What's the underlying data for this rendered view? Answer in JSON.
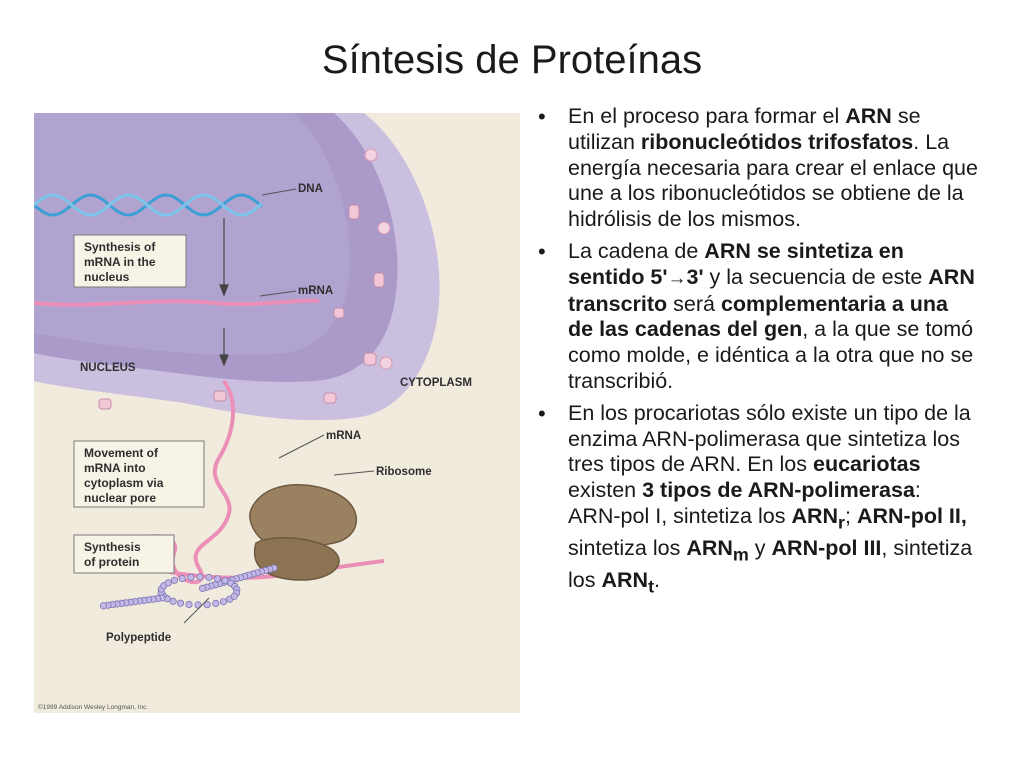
{
  "title": "Síntesis de Proteínas",
  "figure": {
    "labels": {
      "dna": "DNA",
      "mrna_top": "mRNA",
      "nucleus": "NUCLEUS",
      "cytoplasm": "CYTOPLASM",
      "mrna_bottom": "mRNA",
      "ribosome": "Ribosome",
      "polypeptide": "Polypeptide"
    },
    "boxes": {
      "synthesis_mrna": [
        "Synthesis of",
        "mRNA in the",
        "nucleus"
      ],
      "movement": [
        "Movement of",
        "mRNA into",
        "cytoplasm via",
        "nuclear pore"
      ],
      "synthesis_protein": [
        "Synthesis",
        "of protein"
      ]
    },
    "copyright": "©1999 Addison Wesley Longman, Inc."
  },
  "bullets": {
    "b1": {
      "t1": "En el proceso para formar el ",
      "t2": "ARN",
      "t3": " se utilizan ",
      "t4": "ribonucleótidos trifosfatos",
      "t5": ". La energía necesaria para crear el enlace que une a los ribonucleótidos se obtiene de la hidrólisis de los mismos."
    },
    "b2": {
      "t1": "La cadena de ",
      "t2": "ARN se sintetiza en sentido 5'",
      "arrow": "→",
      "t3": "3'",
      "t4": " y  la secuencia de este ",
      "t5": "ARN transcrito",
      "t6": " será ",
      "t7": "complementaria a una de las cadenas del gen",
      "t8": ", a la que se tomó como molde, e idéntica a la otra que no se transcribió."
    },
    "b3": {
      "t1": "En los procariotas sólo existe un tipo de la enzima ARN-polimerasa que sintetiza los tres tipos de ARN. En los ",
      "t2": "eucariotas",
      "t3": " existen ",
      "t4": "3 tipos de ARN-polimerasa",
      "t5": ": ARN-pol I, sintetiza  los ",
      "t6": "ARN",
      "sub1": "r",
      "t7": "; ",
      "t8": "ARN-pol II,",
      "t9": " sintetiza los ",
      "t10": "ARN",
      "sub2": "m",
      "t11": " y ",
      "t12": "ARN-pol III",
      "t13": ", sintetiza los ",
      "t14": "ARN",
      "sub3": "t",
      "t15": "."
    }
  },
  "colors": {
    "nucleus_fill": "#a99ac9",
    "membrane": "#c9bde0",
    "cytoplasm": "#efeadb",
    "mrna": "#ec8fb8",
    "dna": "#3c9fd6",
    "ribosome": "#9a8160",
    "polypeptide": "#b9b0e0"
  }
}
